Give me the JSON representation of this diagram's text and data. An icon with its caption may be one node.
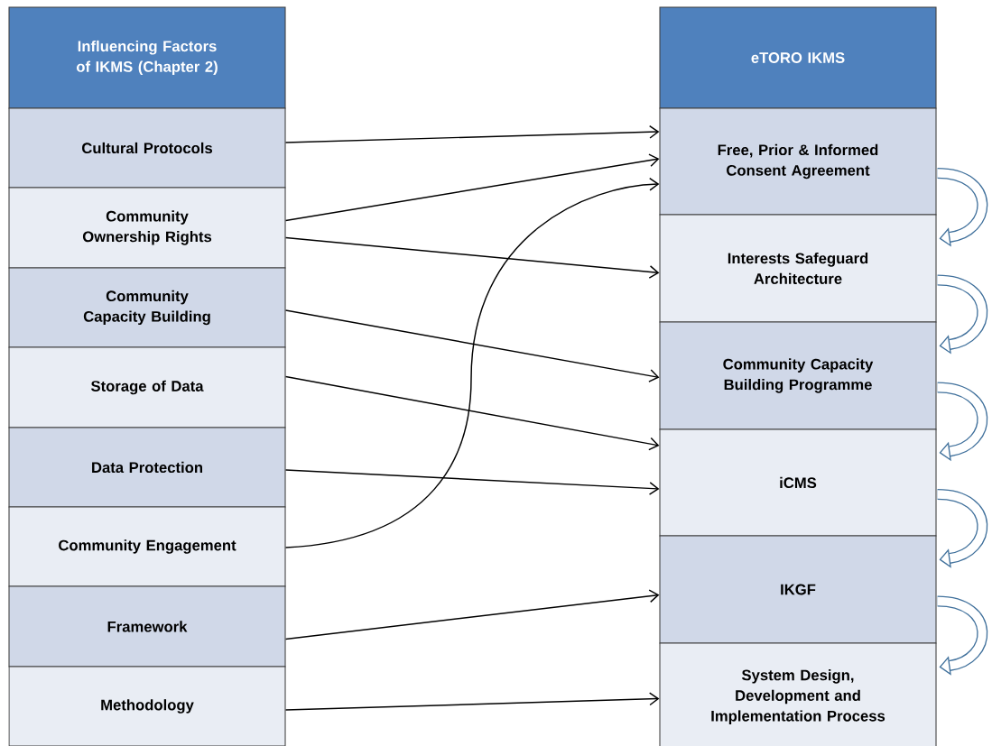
{
  "diagram": {
    "nodes": [
      {
        "text": [
          "Influencing Factors of IKMS (Chapter 2)"
        ]
      },
      {
        "text": [
          "Cultural Protocols"
        ]
      },
      {
        "text": [
          "Community Ownership Rights"
        ]
      },
      {
        "text": [
          "Community Capacity Building"
        ]
      },
      {
        "text": [
          "Storage of Data"
        ]
      },
      {
        "text": [
          "Data Protection"
        ]
      },
      {
        "text": [
          "Community Engagement"
        ]
      },
      {
        "text": [
          "Framework"
        ]
      },
      {
        "text": [
          "Methodology"
        ]
      },
      {
        "text": [
          "eTORO IKMS"
        ]
      },
      {
        "text": [
          "Free, Prior & Informed Consent Agreement"
        ]
      },
      {
        "text": [
          "Interests Safeguard Architecture"
        ]
      },
      {
        "text": [
          "Community Capacity Building Programme"
        ]
      },
      {
        "text": [
          "iCMS"
        ]
      },
      {
        "text": [
          "IKGF"
        ]
      },
      {
        "text": [
          "System Design, Development and Implementation Process"
        ]
      }
    ],
    "edges": [
      {
        "from": 1,
        "to": 10,
        "arrow": "to"
      },
      {
        "from": 2,
        "to": 10,
        "arrow": "to"
      },
      {
        "from": 2,
        "to": 11,
        "arrow": "to"
      },
      {
        "from": 3,
        "to": 12,
        "arrow": "to"
      },
      {
        "from": 4,
        "to": 13,
        "arrow": "to"
      },
      {
        "from": 5,
        "to": 13,
        "arrow": "to"
      },
      {
        "from": 6,
        "to": 10,
        "arrow": "to"
      },
      {
        "from": 7,
        "to": 14,
        "arrow": "to"
      },
      {
        "from": 8,
        "to": 15,
        "arrow": "to"
      },
      {
        "from": 10,
        "to": 11,
        "arrow": "to",
        "style": "thick",
        "color": "#41719c"
      },
      {
        "from": 11,
        "to": 12,
        "arrow": "to",
        "style": "thick",
        "color": "#41719c"
      },
      {
        "from": 12,
        "to": 13,
        "arrow": "to",
        "style": "thick",
        "color": "#41719c"
      },
      {
        "from": 13,
        "to": 14,
        "arrow": "to",
        "style": "thick",
        "color": "#41719c"
      },
      {
        "from": 14,
        "to": 15,
        "arrow": "to",
        "style": "thick",
        "color": "#41719c"
      }
    ]
  }
}
